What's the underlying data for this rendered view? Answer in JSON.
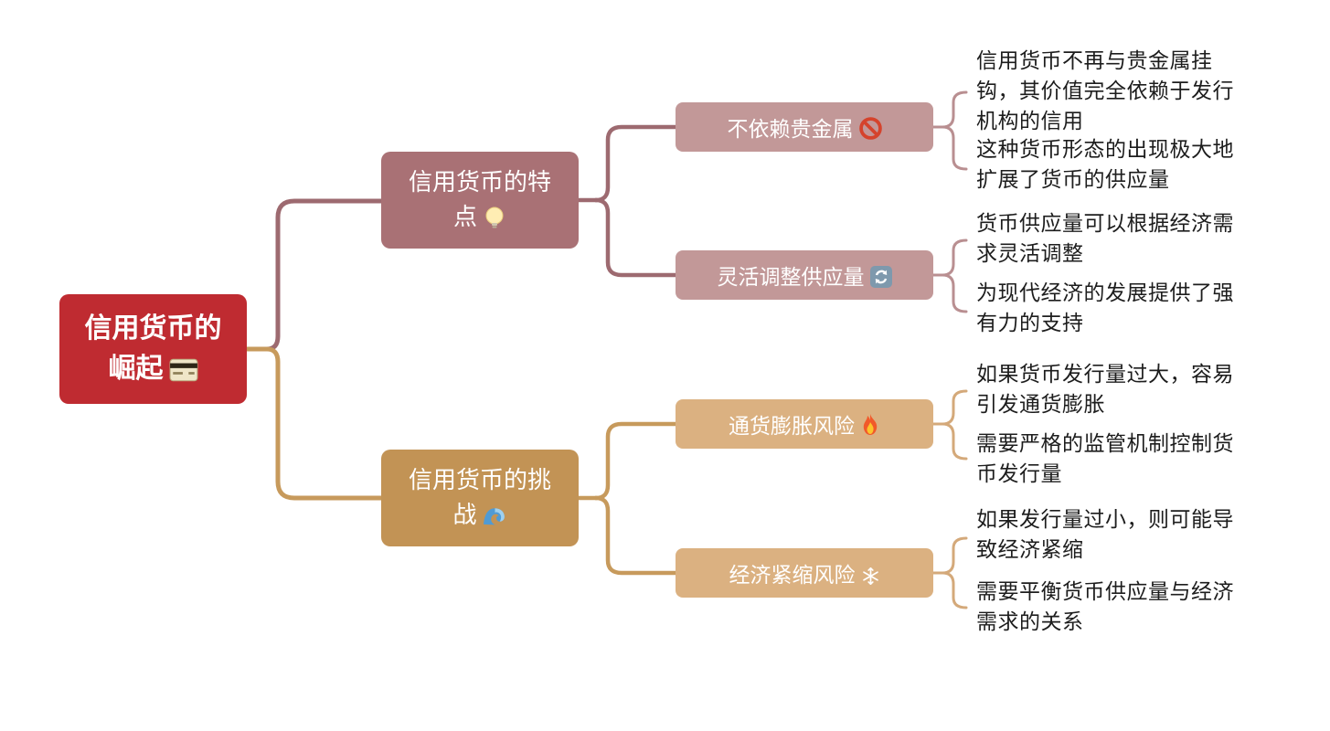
{
  "theme": {
    "bg": "#ffffff",
    "root-bg": "#bf2b31",
    "rose-branch-bg": "#a97175",
    "rose-sub-bg": "#c29898",
    "rose-line": "#9d6a70",
    "rose-brace": "#b98f91",
    "gold-branch-bg": "#c29355",
    "gold-sub-bg": "#dbb181",
    "gold-line": "#c79a5c",
    "gold-brace": "#d4a97a",
    "node-text": "#ffffff",
    "leaf-text": "#1d1d1d"
  },
  "mindmap": {
    "root": {
      "label": "信用货币的崛起",
      "icon": "credit-card-icon"
    },
    "branches": [
      {
        "label": "信用货币的特点",
        "icon": "light-bulb-icon",
        "children": [
          {
            "label": "不依赖贵金属",
            "icon": "prohibited-icon",
            "notes": [
              "信用货币不再与贵金属挂钩，其价值完全依赖于发行机构的信用",
              "这种货币形态的出现极大地扩展了货币的供应量"
            ]
          },
          {
            "label": "灵活调整供应量",
            "icon": "refresh-icon",
            "notes": [
              "货币供应量可以根据经济需求灵活调整",
              "为现代经济的发展提供了强有力的支持"
            ]
          }
        ]
      },
      {
        "label": "信用货币的挑战",
        "icon": "wave-icon",
        "children": [
          {
            "label": "通货膨胀风险",
            "icon": "fire-icon",
            "notes": [
              "如果货币发行量过大，容易引发通货膨胀",
              "需要严格的监管机制控制货币发行量"
            ]
          },
          {
            "label": "经济紧缩风险",
            "icon": "snowflake-icon",
            "notes": [
              "如果发行量过小，则可能导致经济紧缩",
              "需要平衡货币供应量与经济需求的关系"
            ]
          }
        ]
      }
    ]
  }
}
